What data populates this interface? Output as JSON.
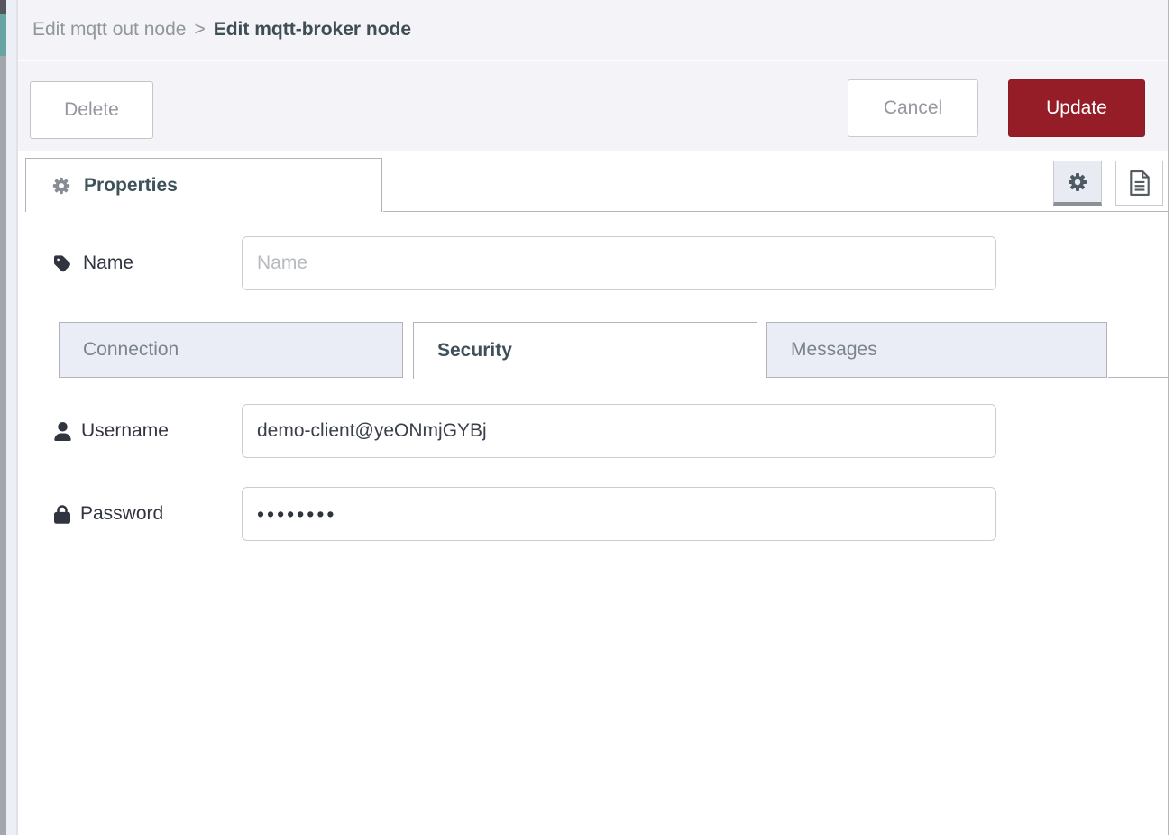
{
  "breadcrumb": {
    "parent": "Edit mqtt out node",
    "separator": ">",
    "current": "Edit mqtt-broker node"
  },
  "toolbar": {
    "delete_label": "Delete",
    "cancel_label": "Cancel",
    "update_label": "Update"
  },
  "properties_tab": {
    "label": "Properties"
  },
  "form": {
    "name": {
      "label": "Name",
      "placeholder": "Name",
      "value": ""
    },
    "tabs": [
      {
        "label": "Connection",
        "active": false
      },
      {
        "label": "Security",
        "active": true
      },
      {
        "label": "Messages",
        "active": false
      }
    ],
    "active_tab": "Security",
    "username": {
      "label": "Username",
      "value": "demo-client@yeONmjGYBj"
    },
    "password": {
      "label": "Password",
      "value": "••••••••",
      "masked_char_count": 8
    }
  },
  "icons": {
    "properties": "gear-icon",
    "name": "tag-icon",
    "username": "user-icon",
    "password": "lock-icon",
    "toolbar_toggle": "gear-icon",
    "toolbar_doc": "document-icon"
  },
  "colors": {
    "update_button": "#951d27",
    "tray_background": "#f4f4f8",
    "inactive_tab_background": "#eaecf6",
    "active_text": "#3f5159",
    "muted_text": "#8f969c"
  }
}
